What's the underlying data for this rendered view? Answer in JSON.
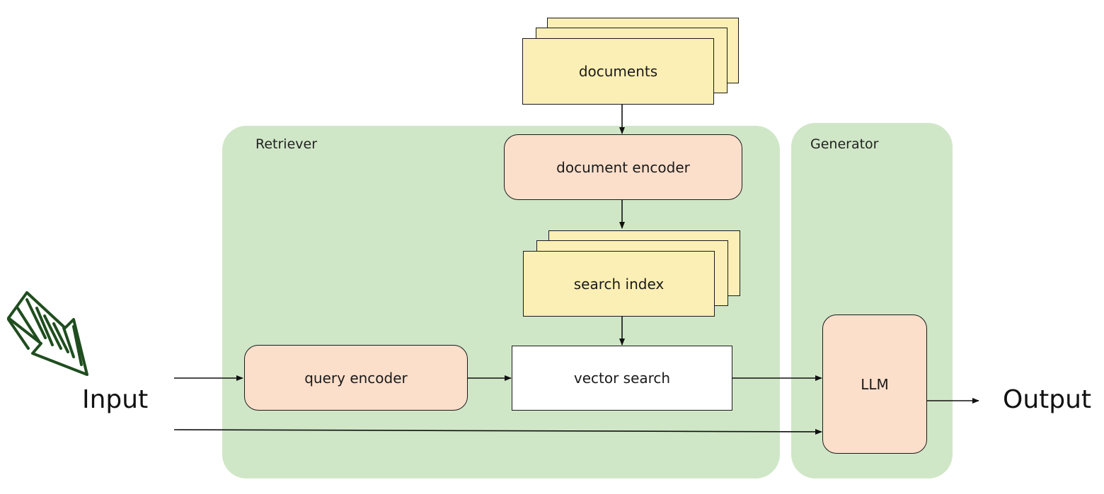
{
  "groups": {
    "retriever": "Retriever",
    "generator": "Generator"
  },
  "nodes": {
    "documents": "documents",
    "document_encoder": "document encoder",
    "search_index": "search index",
    "query_encoder": "query encoder",
    "vector_search": "vector search",
    "llm": "LLM"
  },
  "io": {
    "input": "Input",
    "output": "Output"
  },
  "colors": {
    "group_fill": "#d0e7c7",
    "encoder_fill": "#fbdfcb",
    "document_fill": "#fcefb5",
    "arrow": "#111111",
    "hand_arrow": "#1f4d1f"
  },
  "icons": {
    "pointer": "hand-drawn-arrow-icon"
  }
}
